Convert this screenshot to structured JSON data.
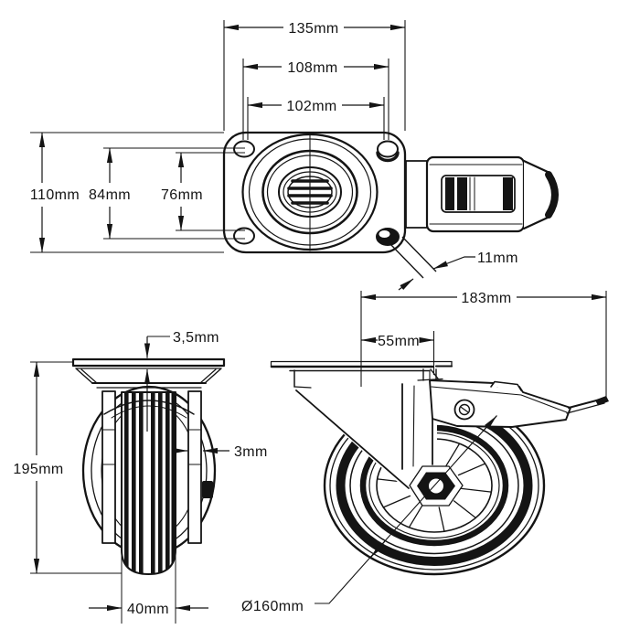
{
  "drawing": {
    "subject": "Swivel castor wheel with brake - dimensioned technical drawing, three views",
    "background_color": "#ffffff",
    "line_color": "#141414"
  },
  "dimensions": {
    "plate_length": "135mm",
    "bolt_spacing_length_outer": "108mm",
    "bolt_spacing_length_inner": "102mm",
    "plate_width": "110mm",
    "bolt_spacing_width_outer": "84mm",
    "bolt_spacing_width_inner": "76mm",
    "bolt_hole_diameter": "11mm",
    "overall_length": "183mm",
    "swivel_offset": "55mm",
    "plate_thickness": "3,5mm",
    "overall_height": "195mm",
    "bracket_thickness": "3mm",
    "wheel_width": "40mm",
    "wheel_diameter": "Ø160mm"
  }
}
